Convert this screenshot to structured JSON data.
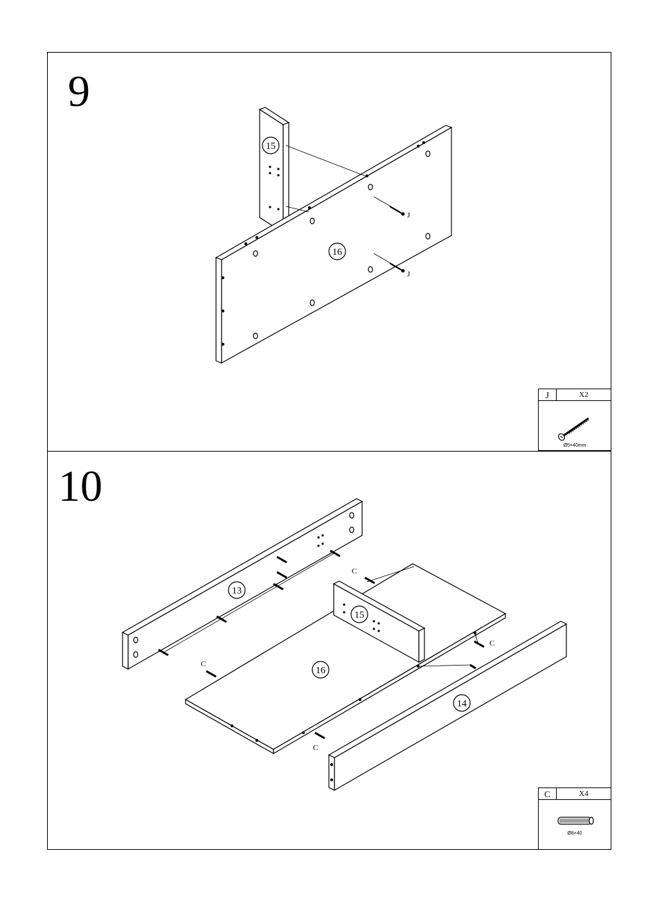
{
  "steps": [
    {
      "number": "9",
      "parts": [
        "15",
        "16"
      ],
      "hardware_labels": [
        "J",
        "J"
      ],
      "legend": {
        "code": "J",
        "quantity": "X2",
        "spec": "Ø5×40mm"
      }
    },
    {
      "number": "10",
      "parts": [
        "13",
        "15",
        "16",
        "14"
      ],
      "hardware_labels": [
        "C",
        "C",
        "C",
        "C"
      ],
      "legend": {
        "code": "C",
        "quantity": "X4",
        "spec": "Ø8×40"
      }
    }
  ],
  "icons": {
    "screw": "screw-icon",
    "dowel": "dowel-icon"
  }
}
